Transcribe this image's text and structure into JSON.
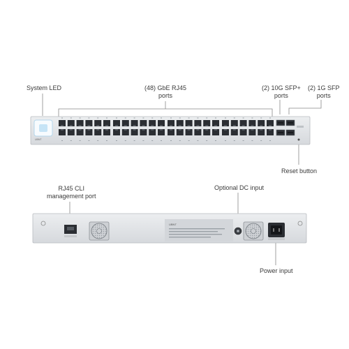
{
  "callouts": {
    "system_led": "System LED",
    "rj45_ports_line1": "(48) GbE RJ45",
    "rj45_ports_line2": "ports",
    "sfp_plus_line1": "(2) 10G SFP+",
    "sfp_plus_line2": "ports",
    "sfp_line1": "(2) 1G SFP",
    "sfp_line2": "ports",
    "reset_button": "Reset button",
    "cli_port_line1": "RJ45 CLI",
    "cli_port_line2": "management port",
    "optional_dc": "Optional DC input",
    "power_input": "Power input"
  },
  "device": {
    "brand_mark": "UBNT",
    "front_port_count": 48,
    "sfp_plus_count": 2,
    "sfp_count": 2,
    "body_color": "#dfe1e4",
    "port_color": "#2b2e33",
    "led_color": "#9fd2ee",
    "line_color": "#888888"
  }
}
